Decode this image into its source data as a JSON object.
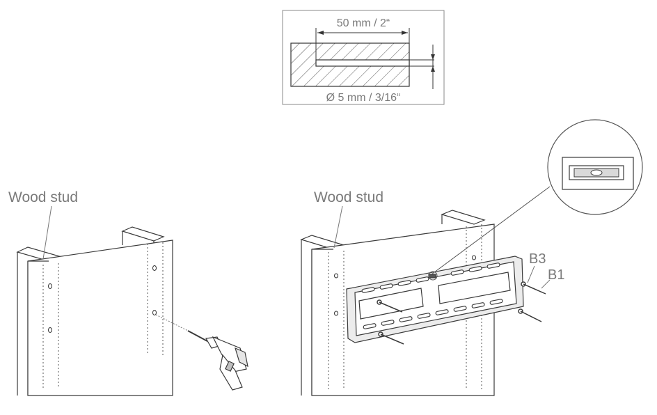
{
  "detail": {
    "width_label": "50 mm / 2“",
    "diameter_label": "Ø 5 mm / 3/16“"
  },
  "left_panel": {
    "stud_label": "Wood stud"
  },
  "right_panel": {
    "stud_label": "Wood stud",
    "part_b3": "B3",
    "part_b1": "B1"
  },
  "colors": {
    "line": "#3a3a3a",
    "label": "#7a7a7a",
    "shade": "#bfbfbf"
  }
}
